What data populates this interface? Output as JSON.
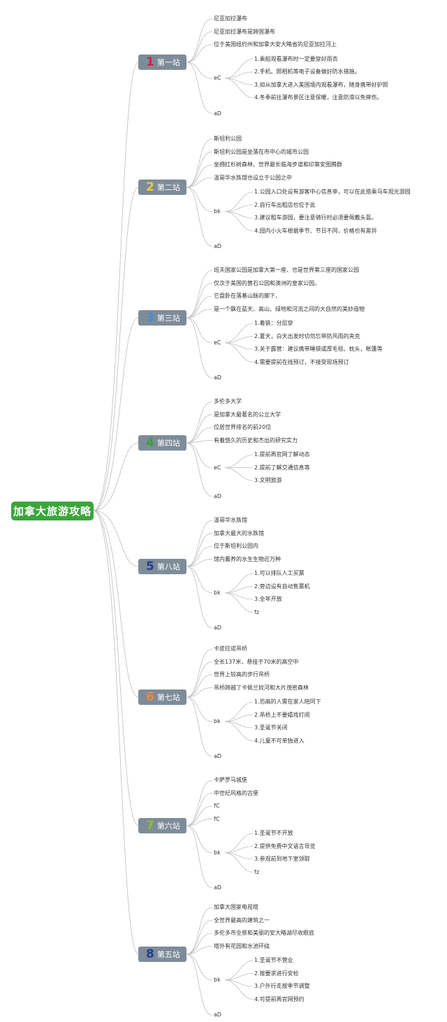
{
  "root": "加拿大旅游攻略",
  "colors": {
    "root": "#3aa63a",
    "node": "#7e8c99",
    "line": "#bdbdbd"
  },
  "stations": [
    {
      "num": "1",
      "num_color": "#d6213b",
      "name": "第一站",
      "items": [
        "尼亚加拉瀑布",
        "尼亚加拉瀑布是跨国瀑布",
        "位于美国纽约州和加拿大安大略省的尼亚加拉河上"
      ],
      "group_label": "eC",
      "subitems": [
        "1.乘船观看瀑布时一定要穿好雨衣",
        "2.手机、照相机等电子设备做好防水措施。",
        "3.如从加拿大进入美国境内观看瀑布，随身携带好护照",
        "4.冬季前往瀑布景区注意保暖，注意防滑以免摔伤。"
      ],
      "tail": "aD"
    },
    {
      "num": "2",
      "num_color": "#f3c93a",
      "name": "第二站",
      "items": [
        "斯坦利公园",
        "斯坦利公园是坐落在市中心的城市公园",
        "坐拥红杉树森林、世界最长临海步道和印第安图腾群",
        "温哥华水族馆也设立于公园之中"
      ],
      "group_label": "bk",
      "subitems": [
        "1.公园入口处设有游客中心信息亭，可以在此搭乘马车观光游园",
        "2.自行车出租店也位于此",
        "3.建议租车游园，要注意骑行时必须要佩戴头盔。",
        "4.园内小火车根据季节、节日不同，价格也有差异"
      ],
      "tail": "aD"
    },
    {
      "num": "3",
      "num_color": "#3c8fd6",
      "name": "第三站",
      "items": [
        "班夫国家公园是加拿大第一座、也是世界第三座的国家公园",
        "仅次于美国的黄石公园和澳洲的皇家公园。",
        "它盘卧在落基山脉的脚下，",
        "是一个飘在蓝天、高山、绿地和河流之间的大自然的美妙造物"
      ],
      "group_label": "eC",
      "subitems": [
        "1.着装：分层穿",
        "2.夏天，白天出发时切勿忘带防风雨的夹克",
        "3.关于露营：建议携带睡袋或厚毛毯、枕头，帐篷等",
        "4.需要提前在线预订，不接受现场预订"
      ],
      "tail": "aD"
    },
    {
      "num": "4",
      "num_color": "#36a23a",
      "name": "第四站",
      "items": [
        "多伦多大学",
        "是加拿大最著名的公立大学",
        "位居世界排名的前20位",
        "有着悠久的历史和杰出的研究实力"
      ],
      "group_label": "eC",
      "subitems": [
        "1.提前再官网了解动态",
        "2.提前了解交通信息等",
        "3.文明旅游"
      ],
      "tail": "aD"
    },
    {
      "num": "5",
      "num_color": "#1f3f8f",
      "name": "第八站",
      "items": [
        "温哥华水族馆",
        "加拿大最大的水族馆",
        "位于斯坦利公园内",
        "馆内蓄养的水生生物近万种"
      ],
      "group_label": "bk",
      "subitems": [
        "1.可以排队人工买票",
        "2.旁边设有自动售票机",
        "3.全年开放",
        "fz"
      ],
      "tail": "aD"
    },
    {
      "num": "6",
      "num_color": "#f08a3a",
      "name": "第七站",
      "items": [
        "卡皮拉诺吊桥",
        "全长137米，悬挂于70米的高空中",
        "世界上较高的步行吊桥",
        "吊桥跨越了卡佩兰奴河和大片茂密森林"
      ],
      "group_label": "bk",
      "subitems": [
        "1.恐高的人需在家人陪同下",
        "2.吊桥上不要嬉戏打闹",
        "3.圣诞节关闭",
        "4.儿童不可单独进入"
      ],
      "tail": "aD"
    },
    {
      "num": "7",
      "num_color": "#8cbf2a",
      "name": "第六站",
      "items": [
        "卡萨罗马城堡",
        "中世纪风格的古堡",
        "fC",
        "fC"
      ],
      "group_label": "bk",
      "subitems": [
        "1.圣诞节不开放",
        "2.提供免费中文语言导览",
        "3.参观前到地下室领取",
        "fz"
      ],
      "tail": "aD"
    },
    {
      "num": "8",
      "num_color": "#1f3f8f",
      "name": "第五站",
      "items": [
        "加拿大国家电视塔",
        "全世界最高的建筑之一",
        "多伦多市全景和美丽的安大略湖尽收眼底",
        "塔外有花园和水池环绕"
      ],
      "group_label": "bk",
      "subitems": [
        "1.圣诞节不营业",
        "2.按要求进行安检",
        "3.户外行走按季节调整",
        "4.可提前再官网预约"
      ],
      "tail": "aD"
    }
  ]
}
